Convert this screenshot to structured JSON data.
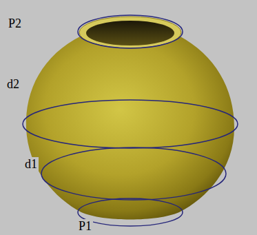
{
  "diagram": {
    "labels": [
      "P2",
      "d2",
      "d1",
      "P1"
    ]
  }
}
